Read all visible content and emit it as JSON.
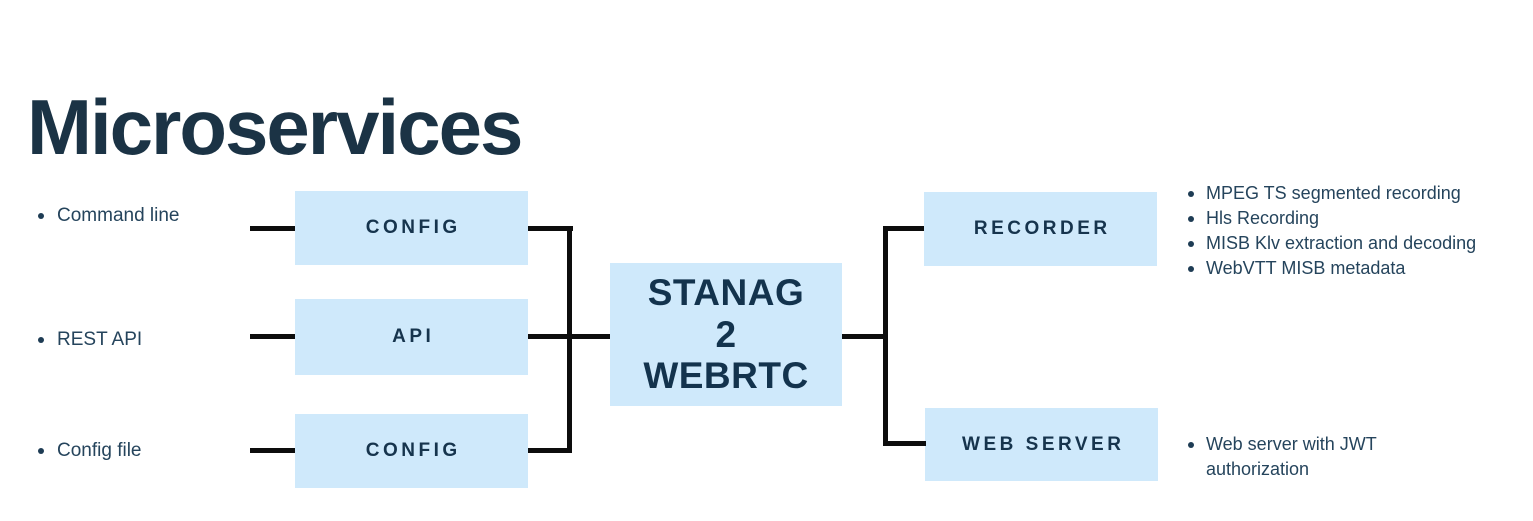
{
  "title": "Microservices",
  "left_list": {
    "items": [
      {
        "label": "Command line"
      },
      {
        "label": "REST API"
      },
      {
        "label": "Config file"
      }
    ]
  },
  "boxes": {
    "left": [
      {
        "label": "CONFIG"
      },
      {
        "label": "API"
      },
      {
        "label": "CONFIG"
      }
    ],
    "center": {
      "line1": "STANAG",
      "line2": "2",
      "line3": "WEBRTC"
    },
    "right": [
      {
        "label": "RECORDER"
      },
      {
        "label": "WEB SERVER"
      }
    ]
  },
  "recorder_features": {
    "items": [
      {
        "label": "MPEG TS segmented recording"
      },
      {
        "label": "Hls Recording"
      },
      {
        "label": "MISB Klv extraction and decoding"
      },
      {
        "label": "WebVTT MISB metadata"
      }
    ]
  },
  "webserver_features": {
    "items": [
      {
        "label": "Web server with JWT authorization"
      }
    ]
  },
  "colors": {
    "box_fill": "#cfe9fb",
    "box_label": "#16344d",
    "title": "#1b3345",
    "body_text": "#25445c",
    "connector": "#0d0d0d"
  }
}
